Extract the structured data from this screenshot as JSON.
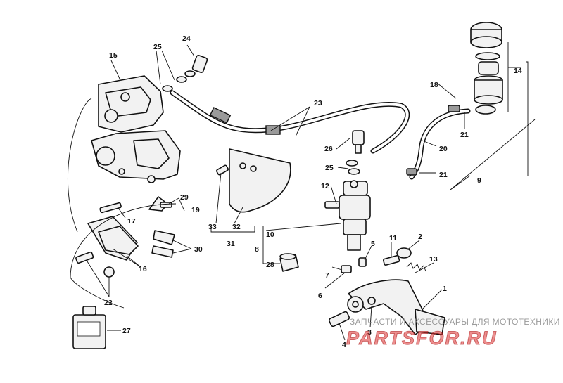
{
  "watermark": {
    "tagline": "ЗАПЧАСТИ И АКСЕССУАРЫ ДЛЯ МОТОТЕХНИКИ",
    "logo": "PARTSFOR.RU",
    "logo_color": "#dc3232"
  },
  "callouts": [
    {
      "id": "c1",
      "label": "1"
    },
    {
      "id": "c2",
      "label": "2"
    },
    {
      "id": "c3",
      "label": "3"
    },
    {
      "id": "c4",
      "label": "4"
    },
    {
      "id": "c5",
      "label": "5"
    },
    {
      "id": "c6",
      "label": "6"
    },
    {
      "id": "c7",
      "label": "7"
    },
    {
      "id": "c8",
      "label": "8"
    },
    {
      "id": "c9",
      "label": "9"
    },
    {
      "id": "c10",
      "label": "10"
    },
    {
      "id": "c11",
      "label": "11"
    },
    {
      "id": "c12",
      "label": "12"
    },
    {
      "id": "c13",
      "label": "13"
    },
    {
      "id": "c14",
      "label": "14"
    },
    {
      "id": "c15",
      "label": "15"
    },
    {
      "id": "c16",
      "label": "16"
    },
    {
      "id": "c17",
      "label": "17"
    },
    {
      "id": "c18",
      "label": "18"
    },
    {
      "id": "c19",
      "label": "19"
    },
    {
      "id": "c20",
      "label": "20"
    },
    {
      "id": "c21a",
      "label": "21"
    },
    {
      "id": "c21b",
      "label": "21"
    },
    {
      "id": "c22",
      "label": "22"
    },
    {
      "id": "c23",
      "label": "23"
    },
    {
      "id": "c24",
      "label": "24"
    },
    {
      "id": "c25a",
      "label": "25"
    },
    {
      "id": "c25b",
      "label": "25"
    },
    {
      "id": "c26",
      "label": "26"
    },
    {
      "id": "c27",
      "label": "27"
    },
    {
      "id": "c28",
      "label": "28"
    },
    {
      "id": "c29",
      "label": "29"
    },
    {
      "id": "c30",
      "label": "30"
    },
    {
      "id": "c31",
      "label": "31"
    },
    {
      "id": "c32",
      "label": "32"
    },
    {
      "id": "c33",
      "label": "33"
    }
  ]
}
